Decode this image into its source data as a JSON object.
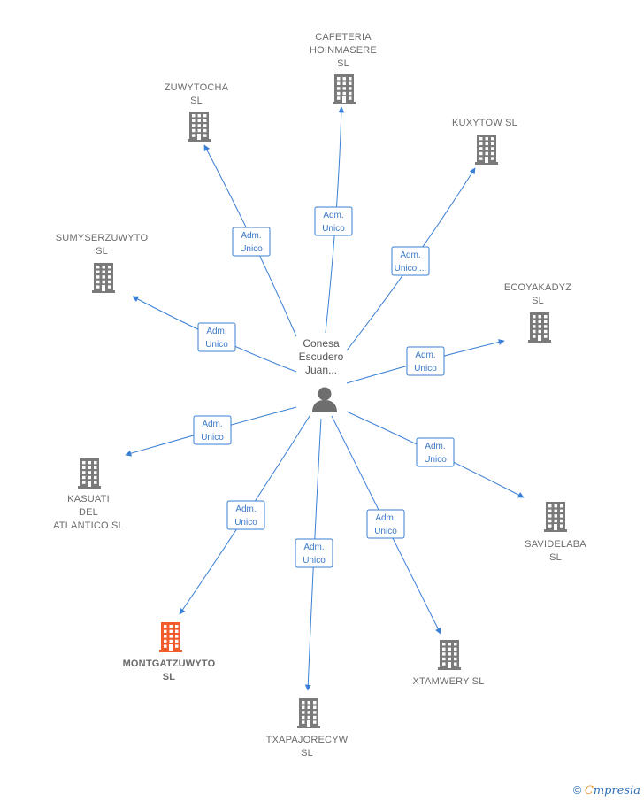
{
  "center": {
    "lines": [
      "Conesa",
      "Escudero",
      "Juan..."
    ]
  },
  "colors": {
    "edge": "#3a7fd5",
    "building": "#7a7a7a",
    "building_highlight": "#f25b2a",
    "person": "#6e6e6e"
  },
  "nodes": [
    {
      "id": "cafeteria",
      "lines": [
        "CAFETERIA",
        "HOINMASERE",
        "SL"
      ],
      "edge_lines": [
        "Adm.",
        "Unico"
      ],
      "highlight": false
    },
    {
      "id": "zuwytocha",
      "lines": [
        "ZUWYTOCHA",
        "SL"
      ],
      "edge_lines": [
        "Adm.",
        "Unico"
      ],
      "highlight": false
    },
    {
      "id": "kuxytow",
      "lines": [
        "KUXYTOW  SL"
      ],
      "edge_lines": [
        "Adm.",
        "Unico,..."
      ],
      "highlight": false
    },
    {
      "id": "sumyserzuwyto",
      "lines": [
        "SUMYSERZUWYTO",
        "SL"
      ],
      "edge_lines": [
        "Adm.",
        "Unico"
      ],
      "highlight": false
    },
    {
      "id": "ecoyakadyz",
      "lines": [
        "ECOYAKADYZ",
        "SL"
      ],
      "edge_lines": [
        "Adm.",
        "Unico"
      ],
      "highlight": false
    },
    {
      "id": "kasuati",
      "lines": [
        "KASUATI",
        "DEL",
        "ATLANTICO  SL"
      ],
      "edge_lines": [
        "Adm.",
        "Unico"
      ],
      "highlight": false
    },
    {
      "id": "savidelaba",
      "lines": [
        "SAVIDELABA",
        "SL"
      ],
      "edge_lines": [
        "Adm.",
        "Unico"
      ],
      "highlight": false
    },
    {
      "id": "montgatzuwyto",
      "lines": [
        "MONTGATZUWYTO",
        "SL"
      ],
      "edge_lines": [
        "Adm.",
        "Unico"
      ],
      "highlight": true
    },
    {
      "id": "txapajorecyw",
      "lines": [
        "TXAPAJORECYW",
        "SL"
      ],
      "edge_lines": [
        "Adm.",
        "Unico"
      ],
      "highlight": false
    },
    {
      "id": "xtamwery",
      "lines": [
        "XTAMWERY  SL"
      ],
      "edge_lines": [
        "Adm.",
        "Unico"
      ],
      "highlight": false
    }
  ],
  "footer": {
    "copyright": "©",
    "brand_initial": "C",
    "brand_rest": "mpresia"
  }
}
